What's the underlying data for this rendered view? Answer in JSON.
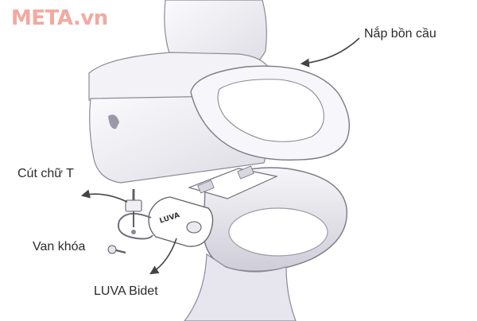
{
  "brand": "META.vn",
  "labels": {
    "lid": "Nắp bồn cầu",
    "tee": "Cút chữ T",
    "valve": "Van khóa",
    "bidet": "LUVA Bidet"
  },
  "device_logo": "LUVA",
  "colors": {
    "brand": "#f4a8a0",
    "porcelain": "#f2f2f6",
    "shadow": "#d7d6e0",
    "outline": "#7b7b88",
    "arrow": "#444444"
  }
}
